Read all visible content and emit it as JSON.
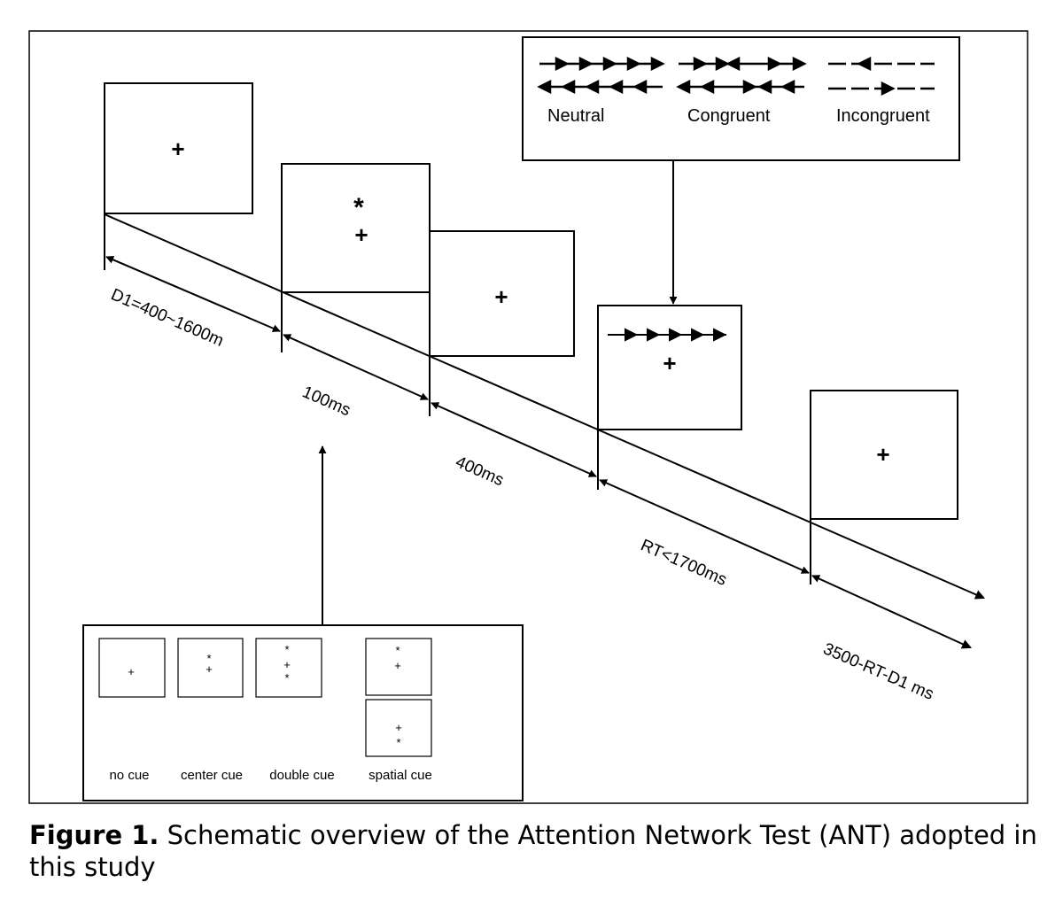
{
  "diagram": {
    "fixation_symbol": "+",
    "cue_symbol": "*",
    "durations": [
      "D1=400~1600m",
      "100ms",
      "400ms",
      "RT<1700ms",
      "3500-RT-D1 ms"
    ],
    "flanker_conditions": [
      "Neutral",
      "Congruent",
      "Incongruent"
    ],
    "cue_conditions": [
      "no cue",
      "center cue",
      "double cue",
      "spatial cue"
    ]
  },
  "caption": {
    "label": "Figure 1.",
    "text": " Schematic overview of the Attention Network Test (ANT) adopted in this study"
  }
}
